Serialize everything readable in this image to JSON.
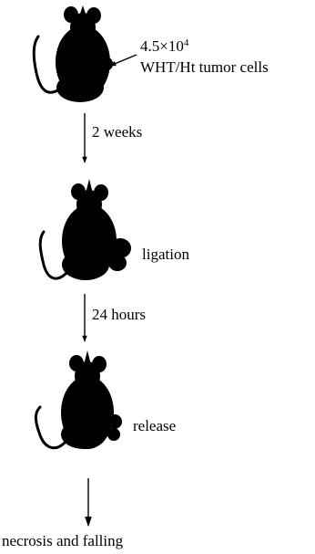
{
  "steps": [
    {
      "label_line1": "4.5×10",
      "label_sup": "4",
      "label_line2": "WHT/Ht tumor cells"
    },
    {
      "label": "ligation"
    },
    {
      "label": "release"
    }
  ],
  "intervals": [
    {
      "label": "2 weeks"
    },
    {
      "label": "24 hours"
    }
  ],
  "outcome": {
    "label": "necrosis and falling"
  },
  "colors": {
    "ink": "#000000",
    "background": "#ffffff"
  },
  "icons": [
    "mouse-silhouette",
    "arrow-down",
    "arrow-left"
  ]
}
